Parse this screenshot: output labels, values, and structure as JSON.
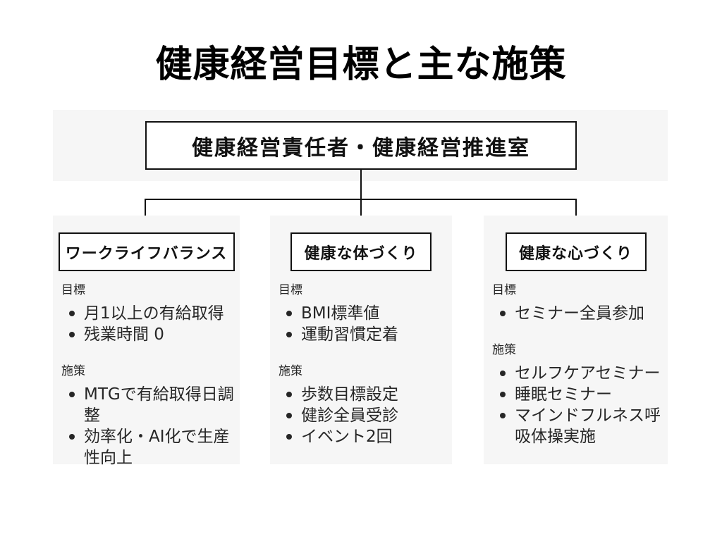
{
  "slide": {
    "title": "健康経営目標と主な施策",
    "root_box": "健康経営責任者・健康経営推進室",
    "columns": [
      {
        "header": "ワークライフバランス",
        "sections": [
          {
            "label": "目標",
            "items": [
              "月1以上の有給取得",
              "残業時間 0"
            ]
          },
          {
            "label": "施策",
            "items": [
              "MTGで有給取得日調整",
              "効率化・AI化で生産性向上"
            ]
          }
        ]
      },
      {
        "header": "健康な体づくり",
        "sections": [
          {
            "label": "目標",
            "items": [
              "BMI標準値",
              "運動習慣定着"
            ]
          },
          {
            "label": "施策",
            "items": [
              "歩数目標設定",
              "健診全員受診",
              "イベント2回"
            ]
          }
        ]
      },
      {
        "header": "健康な心づくり",
        "sections": [
          {
            "label": "目標",
            "items": [
              "セミナー全員参加"
            ]
          },
          {
            "label": "施策",
            "items": [
              "セルフケアセミナー",
              "睡眠セミナー",
              "マインドフルネス呼吸体操実施"
            ]
          }
        ]
      }
    ],
    "colors": {
      "background": "#ffffff",
      "panel_bg": "#f6f6f6",
      "line": "#111111",
      "text": "#262626"
    }
  }
}
